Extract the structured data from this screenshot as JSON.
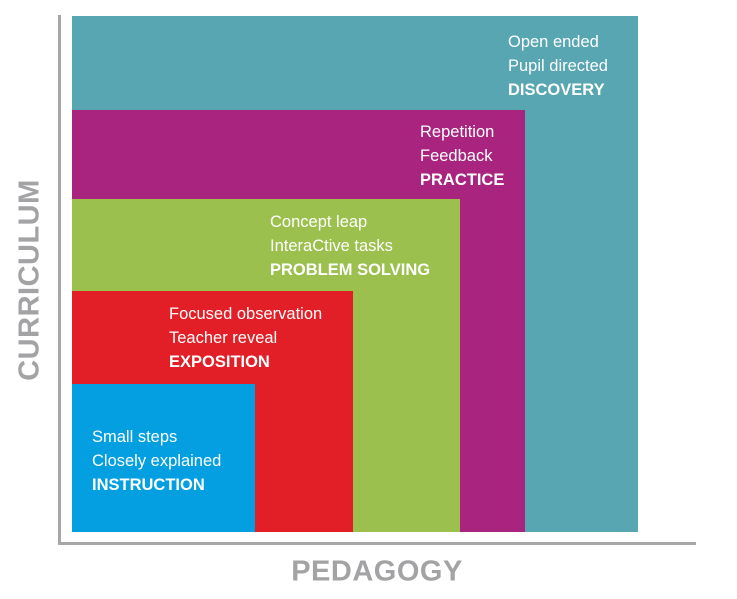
{
  "colors": {
    "discovery": "#58a6b1",
    "practice": "#a8247f",
    "problem_solving": "#9bc04d",
    "exposition": "#e21f26",
    "instruction": "#039fe1",
    "axis": "#a7a7a9"
  },
  "axes": {
    "y_label": "CURRICULUM",
    "x_label": "PEDAGOGY"
  },
  "levels": [
    {
      "line1": "Small steps",
      "line2": "Closely explained",
      "title": "INSTRUCTION"
    },
    {
      "line1": "Focused observation",
      "line2": "Teacher reveal",
      "title": "EXPOSITION"
    },
    {
      "line1": "Concept leap",
      "line2": "InteraCtive tasks",
      "title": "PROBLEM SOLVING"
    },
    {
      "line1": "Repetition",
      "line2": "Feedback",
      "title": "PRACTICE"
    },
    {
      "line1": "Open ended",
      "line2": "Pupil directed",
      "title": "DISCOVERY"
    }
  ]
}
